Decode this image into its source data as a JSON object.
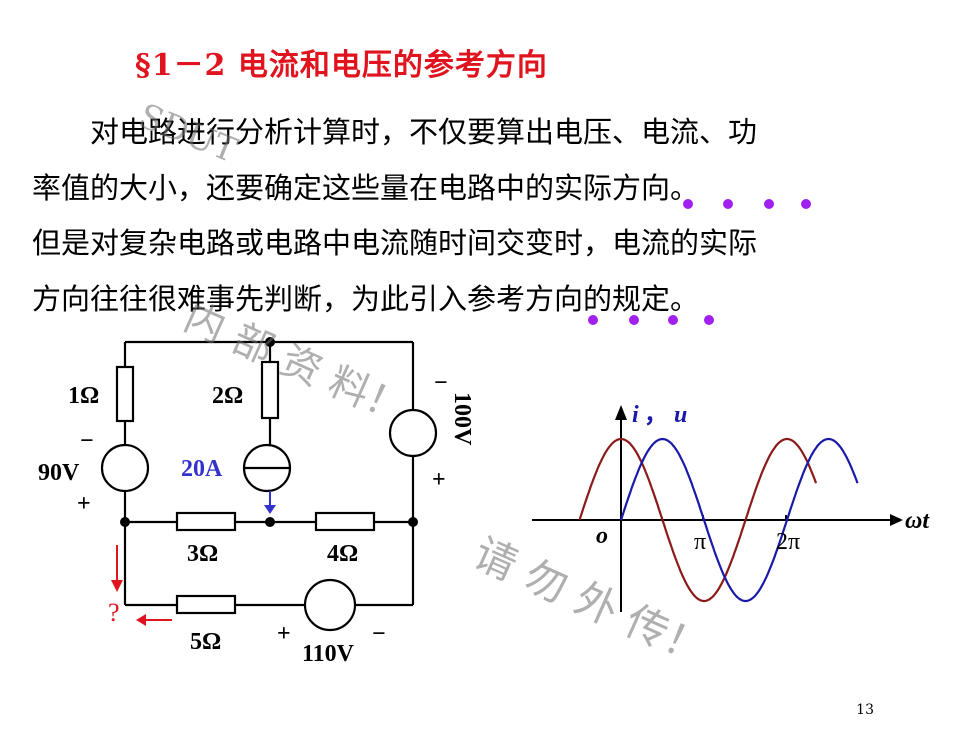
{
  "title": "§1－2  电流和电压的参考方向",
  "paragraph1": {
    "line1": "　　对电路进行分析计算时，不仅要算出电压、电流、功",
    "line2": "率值的大小，还要确定这些量在电路中的实际方向。"
  },
  "paragraph2": {
    "line1": "但是对复杂电路或电路中电流随时间交变时，电流的实际",
    "line2": "方向往往很难事先判断，为此引入参考方向的规定。"
  },
  "watermark": {
    "text1": "SDUT",
    "text2": "内 部 资 料！",
    "text3": "请 勿 外 传！"
  },
  "circuit": {
    "r1": "1Ω",
    "r2": "2Ω",
    "r3": "3Ω",
    "r4": "4Ω",
    "r5": "5Ω",
    "v90": "90V",
    "v110": "110V",
    "v100": "100V",
    "i20": "20A",
    "minus": "−",
    "plus": "+",
    "question": "?",
    "colors": {
      "wire": "#000000",
      "current_source": "#3333cc",
      "unknown": "#e0141e"
    }
  },
  "waveform": {
    "ylabel_i": "i",
    "comma": "，",
    "ylabel_u": "u",
    "xlabel": "ωt",
    "origin": "o",
    "tick_pi": "π",
    "tick_2pi": "2π",
    "colors": {
      "i": "#8b1a1a",
      "u": "#1a1aaa",
      "axes": "#000000",
      "ylabel": "#1a1aaa"
    }
  },
  "page_number": "13",
  "colors": {
    "title": "#e0141e",
    "dots": "#a020f0"
  }
}
